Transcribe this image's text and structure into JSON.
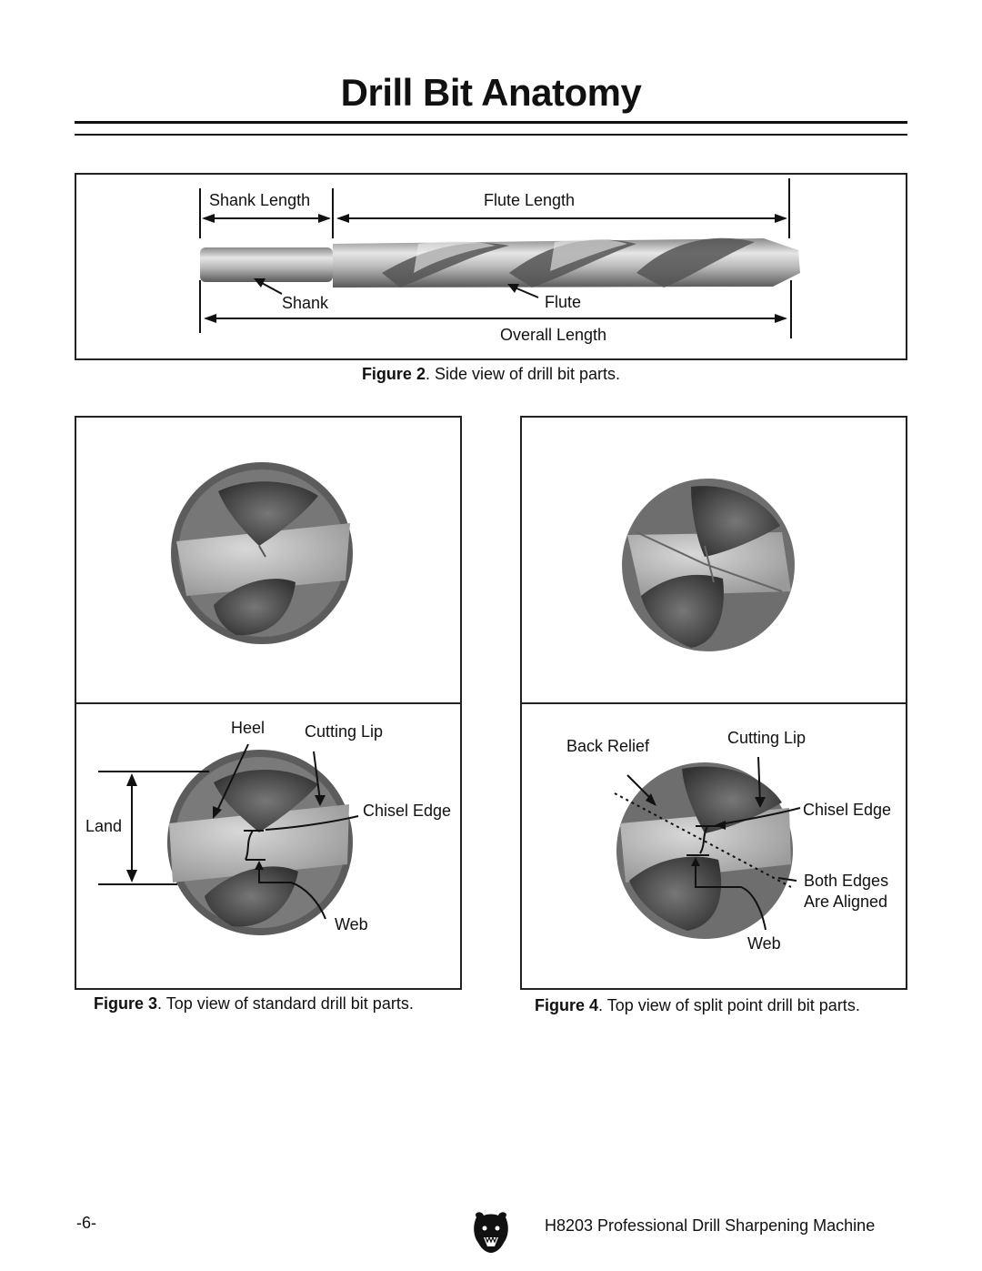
{
  "page_title": "Drill Bit Anatomy",
  "figure2": {
    "labels": {
      "shank_length": "Shank Length",
      "flute_length": "Flute Length",
      "shank": "Shank",
      "flute": "Flute",
      "overall_length": "Overall Length"
    },
    "caption_num": "Figure 2",
    "caption_text": ". Side view of drill bit parts."
  },
  "figure3": {
    "labels": {
      "heel": "Heel",
      "cutting_lip": "Cutting Lip",
      "chisel_edge": "Chisel Edge",
      "land": "Land",
      "web": "Web"
    },
    "caption_num": "Figure 3",
    "caption_text": ". Top view of standard drill bit parts."
  },
  "figure4": {
    "labels": {
      "back_relief": "Back Relief",
      "cutting_lip": "Cutting Lip",
      "chisel_edge": "Chisel Edge",
      "both_edges_1": "Both Edges",
      "both_edges_2": "Are Aligned",
      "web": "Web"
    },
    "caption_num": "Figure 4",
    "caption_text": ". Top view of split point drill bit parts."
  },
  "footer": {
    "page_number": "-6-",
    "manual_title": "H8203 Professional Drill Sharpening Machine",
    "logo": "bear-logo-icon"
  }
}
